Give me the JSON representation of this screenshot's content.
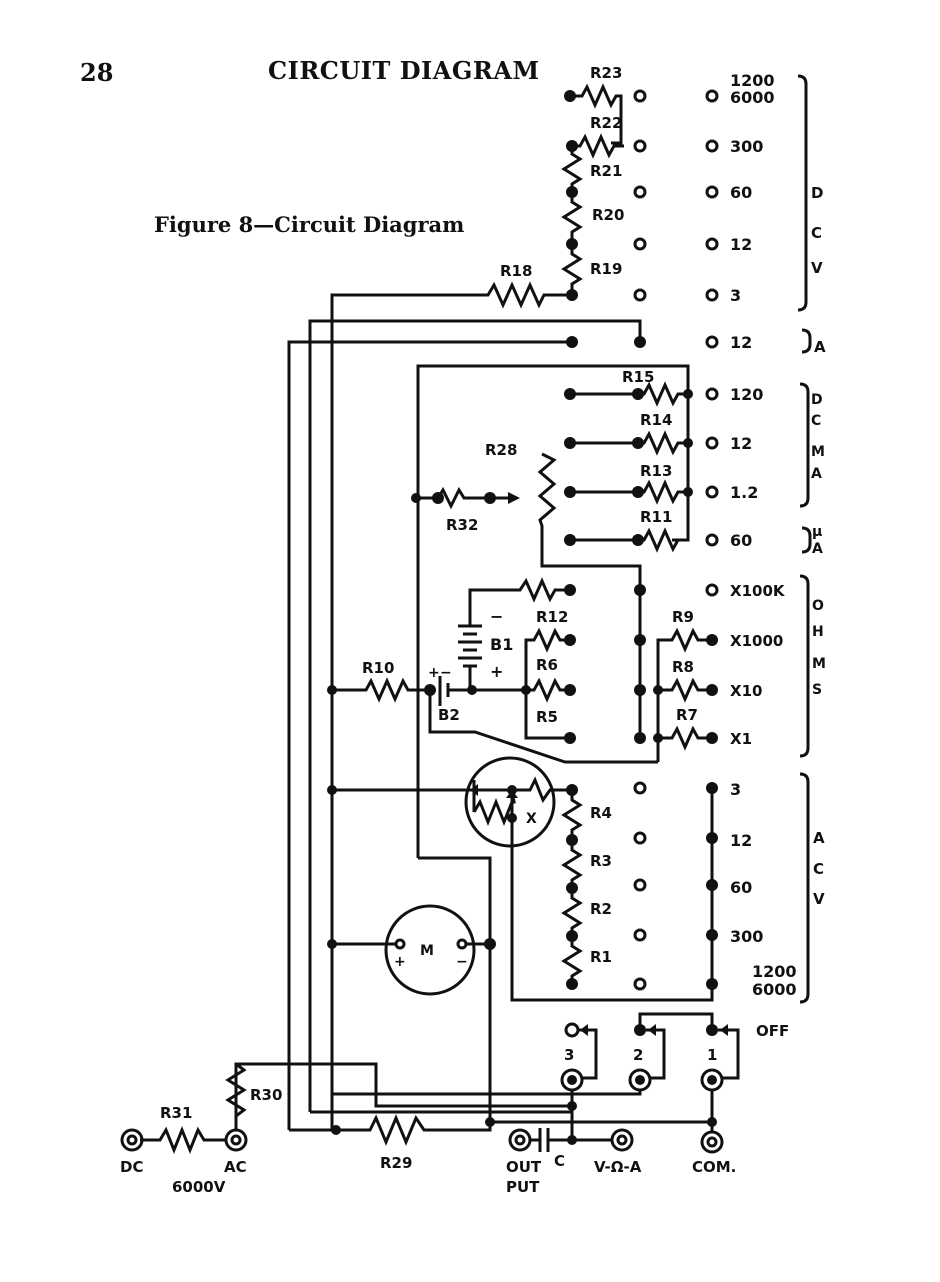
{
  "page": {
    "number": "28",
    "header": "CIRCUIT DIAGRAM",
    "caption": "Figure 8—Circuit Diagram"
  },
  "colors": {
    "ink": "#111111",
    "paper": "#ffffff"
  },
  "components": {
    "resistors": [
      "R23",
      "R22",
      "R21",
      "R20",
      "R19",
      "R18",
      "R15",
      "R14",
      "R13",
      "R11",
      "R28",
      "R32",
      "R12",
      "R6",
      "R5",
      "R10",
      "R9",
      "R8",
      "R7",
      "R4",
      "R3",
      "R2",
      "R1",
      "R31",
      "R30",
      "R29"
    ],
    "battery_b1": "B1",
    "battery_b2": "B2",
    "rectifier": "X",
    "meter": "M",
    "capacitor": "C",
    "polarity_plus": "+",
    "polarity_minus": "−"
  },
  "ranges": {
    "dcv": {
      "label_letters": [
        "D",
        "C",
        "V"
      ],
      "values": [
        "1200",
        "6000",
        "300",
        "60",
        "12",
        "3"
      ]
    },
    "amps": {
      "label": "A",
      "values": [
        "12"
      ]
    },
    "dcma": {
      "label_letters": [
        "D",
        "C",
        "M",
        "A"
      ],
      "values": [
        "120",
        "12",
        "1.2"
      ]
    },
    "microamps": {
      "label_letters": [
        "µ",
        "A"
      ],
      "values": [
        "60"
      ]
    },
    "ohms": {
      "label_letters": [
        "O",
        "H",
        "M",
        "S"
      ],
      "values": [
        "X100K",
        "X1000",
        "X10",
        "X1"
      ]
    },
    "acv": {
      "label_letters": [
        "A",
        "C",
        "V"
      ],
      "values": [
        "3",
        "12",
        "60",
        "300",
        "1200",
        "6000"
      ]
    }
  },
  "switch": {
    "positions": [
      "3",
      "2",
      "1"
    ],
    "off_label": "OFF"
  },
  "jacks": {
    "dc": "DC",
    "ac": "AC",
    "ac_range": "6000V",
    "output_top": "OUT",
    "output_bottom": "PUT",
    "vohma": "V-Ω-A",
    "common": "COM."
  }
}
